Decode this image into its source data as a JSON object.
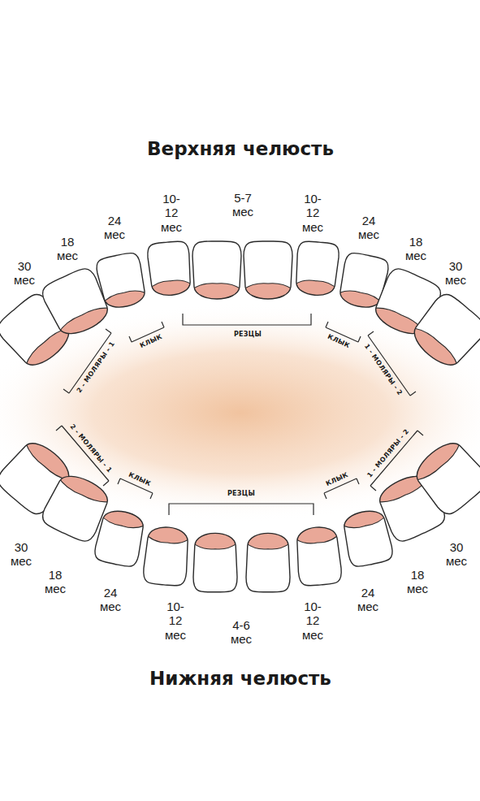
{
  "diagram": {
    "title": "Верхняя челюсть",
    "caption": "Нижняя челюсть",
    "labels": [
      "30 мес",
      "18 мес",
      "24 мес",
      "10-12 мес",
      "5-7 мес",
      "10-12 мес",
      "24 мес",
      "18 мес",
      "30 мес",
      "2 - МОЛЯРЫ - 1",
      "КЛЫК",
      "РЕЗЦЫ",
      "КЛЫК",
      "1 - МОЛЯРЫ - 2",
      "2 - МОЛЯРЫ - 1",
      "КЛЫК",
      "РЕЗЦЫ",
      "КЛЫК",
      "1 - МОЛЯРЫ - 2",
      "30 мес",
      "18 мес",
      "24 мес",
      "10-12 мес",
      "4-6 мес",
      "10-12 мес",
      "24 мес",
      "18 мес",
      "30 мес"
    ]
  }
}
